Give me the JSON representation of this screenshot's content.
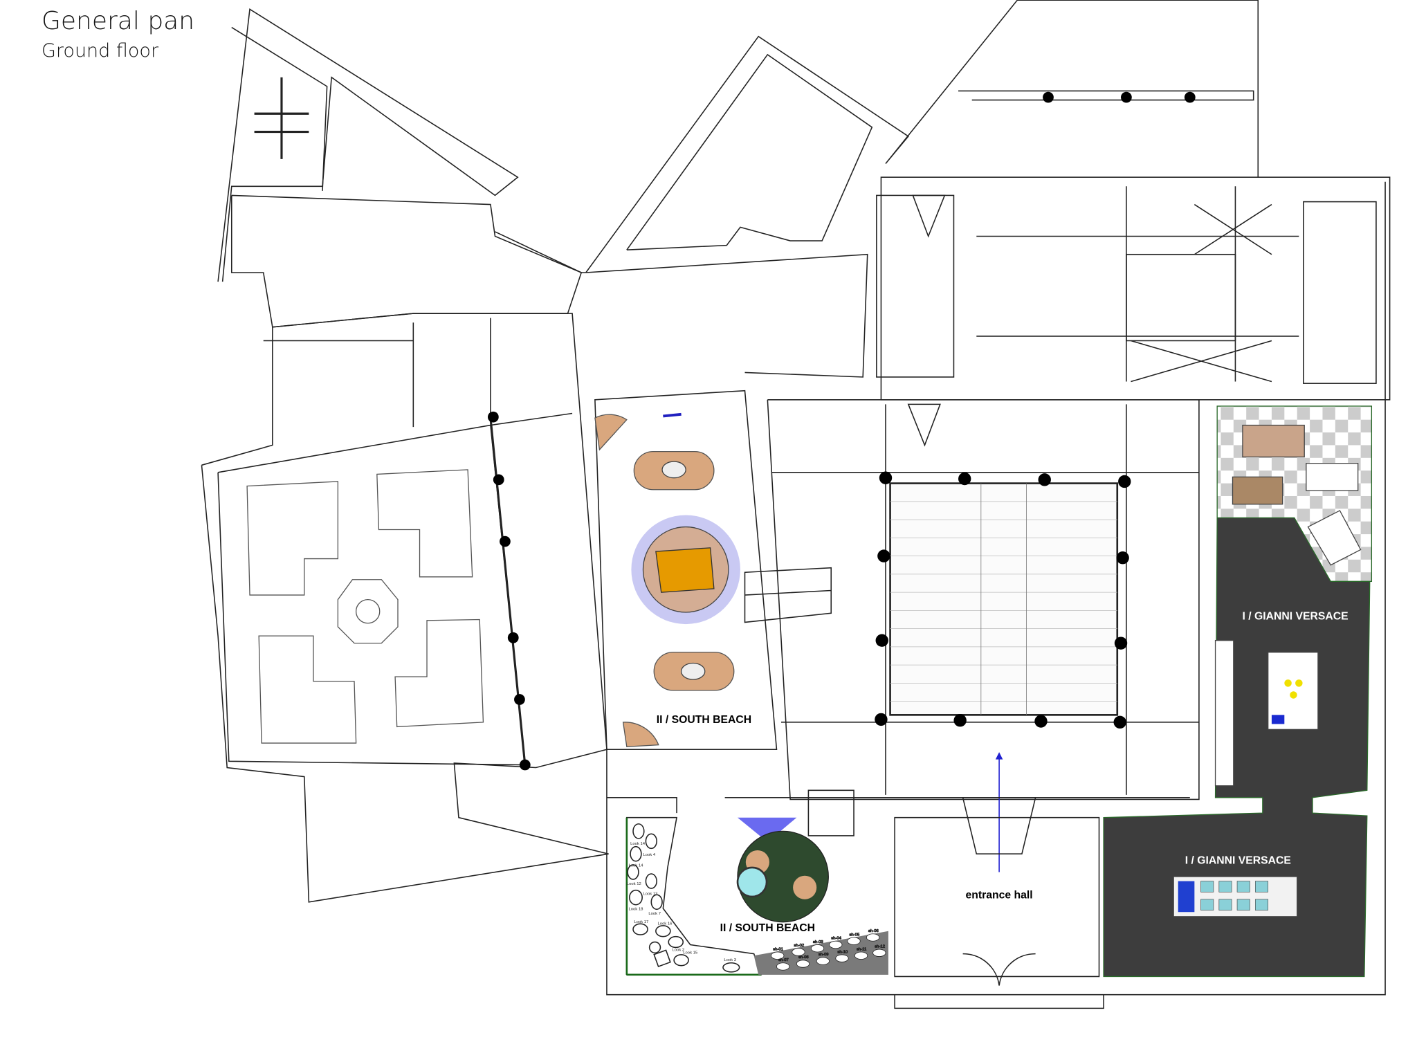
{
  "header": {
    "title": "General pan",
    "subtitle": "Ground floor"
  },
  "rooms": {
    "south_beach_upper": "II / SOUTH BEACH",
    "south_beach_lower": "II / SOUTH BEACH",
    "versace_upper": "I / GIANNI VERSACE",
    "versace_lower": "I / GIANNI VERSACE",
    "entrance": "entrance hall"
  },
  "looks": [
    "Look 14",
    "Look 4",
    "Look 14",
    "Look 12",
    "Look 13",
    "Look 18",
    "Look 7",
    "Look 17",
    "Look 16",
    "Look 2",
    "Look 15",
    "Look 3"
  ],
  "shoes": [
    "sh-01",
    "sh-02",
    "sh-03",
    "sh-04",
    "sh-05",
    "sh-06",
    "sh-07",
    "sh-08",
    "sh-09",
    "sh-10",
    "sh-11",
    "sh-12"
  ],
  "colors": {
    "versace": "#3d3d3d",
    "south_beach_green": "#2e4a2e",
    "lavender": "#c9c9f3",
    "tan": "#d9a77e",
    "orange": "#e69a00",
    "projector_blue": "#6a6af0",
    "shoe_grey": "#7a7a7a"
  }
}
